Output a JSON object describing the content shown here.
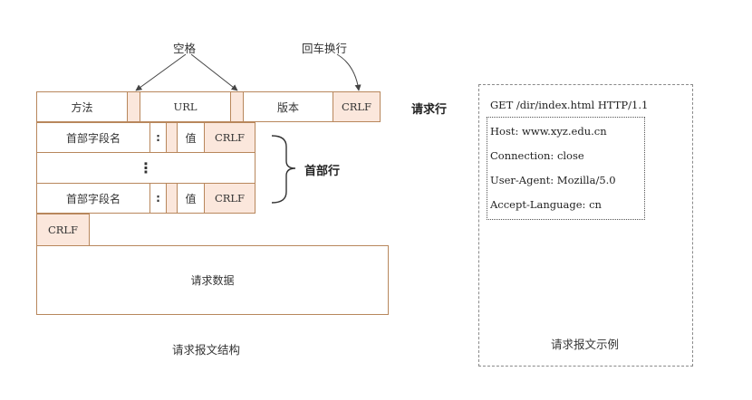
{
  "structure": {
    "request_line": {
      "method": "方法",
      "url": "URL",
      "version": "版本",
      "crlf": "CRLF"
    },
    "space_label": "空格",
    "crlf_label": "回车换行",
    "request_line_label": "请求行",
    "header_field": "首部字段名",
    "colon": ":",
    "value": "值",
    "header_crlf": "CRLF",
    "ellipsis": "⋮",
    "header_label": "首部行",
    "blank_crlf": "CRLF",
    "body": "请求数据",
    "caption": "请求报文结构"
  },
  "example": {
    "request_line": "GET /dir/index.html HTTP/1.1",
    "headers": [
      "Host: www.xyz.edu.cn",
      "Connection: close",
      "User-Agent: Mozilla/5.0",
      "Accept-Language: cn"
    ],
    "caption": "请求报文示例"
  },
  "colors": {
    "border": "#b8875c",
    "fill": "#fbe7dc"
  }
}
